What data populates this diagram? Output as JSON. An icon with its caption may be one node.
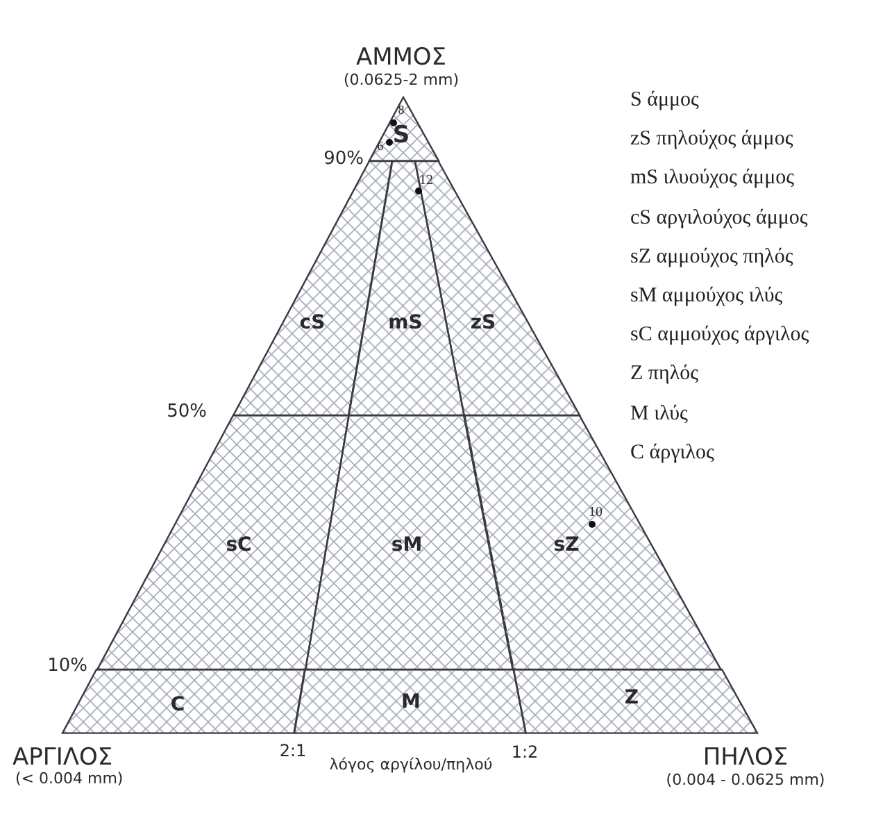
{
  "diagram": {
    "nodes": [
      {
        "text": [
          "S"
        ]
      },
      {
        "text": [
          "cS"
        ]
      },
      {
        "text": [
          "mS"
        ]
      },
      {
        "text": [
          "zS"
        ]
      },
      {
        "text": [
          "sC"
        ]
      },
      {
        "text": [
          "sM"
        ]
      },
      {
        "text": [
          "sZ"
        ]
      },
      {
        "text": [
          "C"
        ]
      },
      {
        "text": [
          "M"
        ]
      },
      {
        "text": [
          "Z"
        ]
      }
    ],
    "labels": [
      "ΑΜΜΟΣ",
      "(0.0625-2 mm)",
      "8",
      "6",
      "90%",
      "12",
      "50%",
      "10",
      "10%",
      "ΑΡΓΙΛΟΣ",
      "(< 0.004 mm)",
      "2:1",
      "λόγος αργίλου/πηλού",
      "1:2",
      "ΠΗΛΟΣ",
      "(0.004 - 0.0625 mm)"
    ],
    "legend": [
      {
        "text": "S άμμος"
      },
      {
        "text": "zS πηλούχος άμμος"
      },
      {
        "text": "mS ιλυούχος άμμος"
      },
      {
        "text": "cS αργιλούχος άμμος"
      },
      {
        "text": "sZ αμμούχος πηλός"
      },
      {
        "text": "sM αμμούχος ιλύς"
      },
      {
        "text": "sC αμμούχος άργιλος"
      },
      {
        "text": "Z πηλός"
      },
      {
        "text": "M ιλύς"
      },
      {
        "text": "C άργιλος"
      }
    ]
  }
}
